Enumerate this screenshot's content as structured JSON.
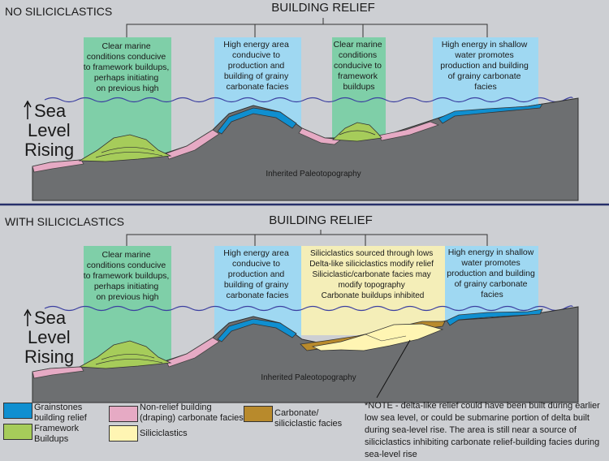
{
  "top_panel": {
    "title": "NO SILICICLASTICS",
    "header": "BUILDING RELIEF",
    "sea_level": [
      "Sea",
      "Level",
      "Rising"
    ],
    "boxes": [
      [
        "Clear marine",
        "conditions conducive",
        "to framework buildups,",
        "perhaps initiating",
        "on previous high"
      ],
      [
        "High energy area",
        "conducive to",
        "production and",
        "building of grainy",
        "carbonate facies"
      ],
      [
        "Clear marine",
        "conditions",
        "conducive to",
        "framework",
        "buildups"
      ],
      [
        "High energy in shallow",
        "water promotes",
        "production and building",
        "of grainy carbonate",
        "facies"
      ]
    ],
    "topography_label": "Inherited Paleotopography"
  },
  "bottom_panel": {
    "title": "WITH SILICICLASTICS",
    "header": "BUILDING RELIEF",
    "sea_level": [
      "Sea",
      "Level",
      "Rising"
    ],
    "boxes": [
      [
        "Clear marine",
        "conditions conducive",
        "to framework buildups,",
        "perhaps initiating",
        "on previous high"
      ],
      [
        "High energy area",
        "conducive to",
        "production and",
        "building of grainy",
        "carbonate facies"
      ],
      [
        "Siliciclastics sourced through lows",
        "Delta-like siliciclastics modify relief",
        "Siliciclastic/carbonate facies may",
        "modify topography",
        "Carbonate buildups inhibited"
      ],
      [
        "High energy in shallow",
        "water promotes",
        "production and building",
        "of grainy carbonate",
        "facies"
      ]
    ],
    "topography_label": "Inherited Paleotopography"
  },
  "legend": [
    {
      "label": "Grainstones building relief",
      "color": "#0f8fd0"
    },
    {
      "label": "Framework Buildups",
      "color": "#a6cc5a"
    },
    {
      "label": "Non-relief building (draping) carbonate facies",
      "color": "#e6aac4"
    },
    {
      "label": "Siliciclastics",
      "color": "#fff5b3"
    },
    {
      "label": "Carbonate/ siliciclastic facies",
      "color": "#b88a2c"
    }
  ],
  "legend_text": {
    "grainstones": [
      "Grainstones",
      "building relief"
    ],
    "framework": [
      "Framework",
      "Buildups"
    ],
    "nonrelief": [
      "Non-relief building",
      "(draping) carbonate facies"
    ],
    "siliciclastics": [
      "Siliciclastics"
    ],
    "carb_sili": [
      "Carbonate/",
      "siliciclastic facies"
    ]
  },
  "note": "*NOTE - delta-like relief could have been built during earlier low sea level, or could be submarine portion of delta built during sea-level rise.  The area is still near a source of siliciclastics inhibiting carbonate relief-building facies during sea-level rise",
  "colors": {
    "background": "#cdcfd3",
    "divider": "#27306b",
    "rock": "#6d6f71",
    "green_box": "#7fcfa8",
    "blue_box": "#9fd8f2",
    "yellow_box": "#f4eeb8",
    "sea_line": "#3b3fa0"
  }
}
